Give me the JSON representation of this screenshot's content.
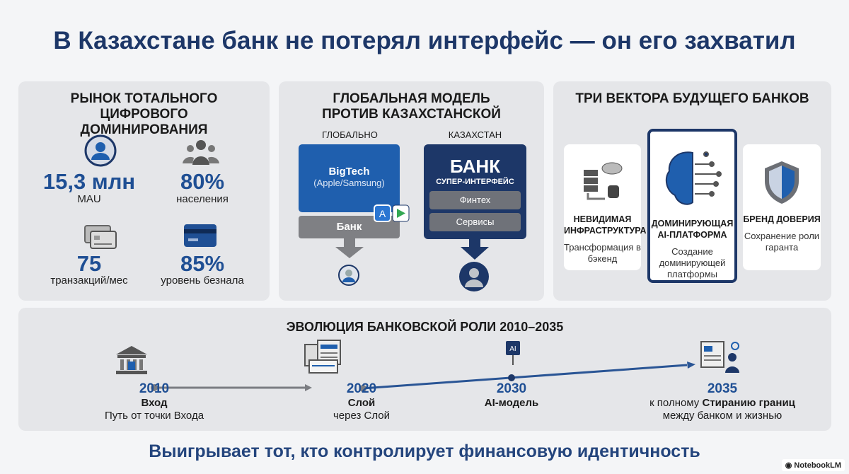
{
  "title": "В Казахстане банк не потерял интерфейс — он его захватил",
  "market": {
    "title": "РЫНОК ТОТАЛЬНОГО ЦИФРОВОГО ДОМИНИРОВАНИЯ",
    "stats": [
      {
        "value": "15,3 млн",
        "label": "MAU",
        "icon": "user-icon"
      },
      {
        "value": "80%",
        "label": "населения",
        "icon": "people-icon"
      },
      {
        "value": "75",
        "label": "транзакций/мес",
        "icon": "cards-icon"
      },
      {
        "value": "85%",
        "label": "уровень безнала",
        "icon": "card-icon"
      }
    ]
  },
  "models": {
    "title": "ГЛОБАЛЬНАЯ МОДЕЛЬ ПРОТИВ КАЗАХСТАНСКОЙ",
    "global": {
      "label": "ГЛОБАЛЬНО",
      "top": "BigTech",
      "sub": "(Apple/Samsung)",
      "bank": "Банк"
    },
    "kz": {
      "label": "КАЗАХСТАН",
      "top": "БАНК",
      "sub": "СУПЕР-ИНТЕРФЕЙС",
      "items": [
        "Финтех",
        "Сервисы"
      ]
    }
  },
  "vectors": {
    "title": "ТРИ ВЕКТОРА БУДУЩЕГО БАНКОВ",
    "cards": [
      {
        "title": "НЕВИДИМАЯ ИНФРАСТРУКТУРА",
        "desc": "Трансформация в бэкенд"
      },
      {
        "title": "ДОМИНИРУЮЩАЯ AI-ПЛАТФОРМА",
        "desc": "Создание доминирующей платформы"
      },
      {
        "title": "БРЕНД ДОВЕРИЯ",
        "desc": "Сохранение роли гаранта"
      }
    ]
  },
  "evolution": {
    "title": "ЭВОЛЮЦИЯ БАНКОВСКОЙ РОЛИ 2010–2035",
    "steps": [
      {
        "year": "2010",
        "name": "Вход",
        "desc": "Путь от точки Входа"
      },
      {
        "year": "2020",
        "name": "Слой",
        "desc": "через Слой"
      },
      {
        "year": "2030",
        "name": "AI-модель",
        "desc": ""
      },
      {
        "year": "2035",
        "pre": "к полному",
        "name": "Стиранию границ",
        "desc": "между банком и жизнью"
      }
    ]
  },
  "footer": "Выигрывает тот, кто контролирует финансовую идентичность",
  "badge": "NotebookLM",
  "colors": {
    "navy": "#1d3768",
    "blue": "#1f5fae",
    "grey": "#7b7d82"
  }
}
